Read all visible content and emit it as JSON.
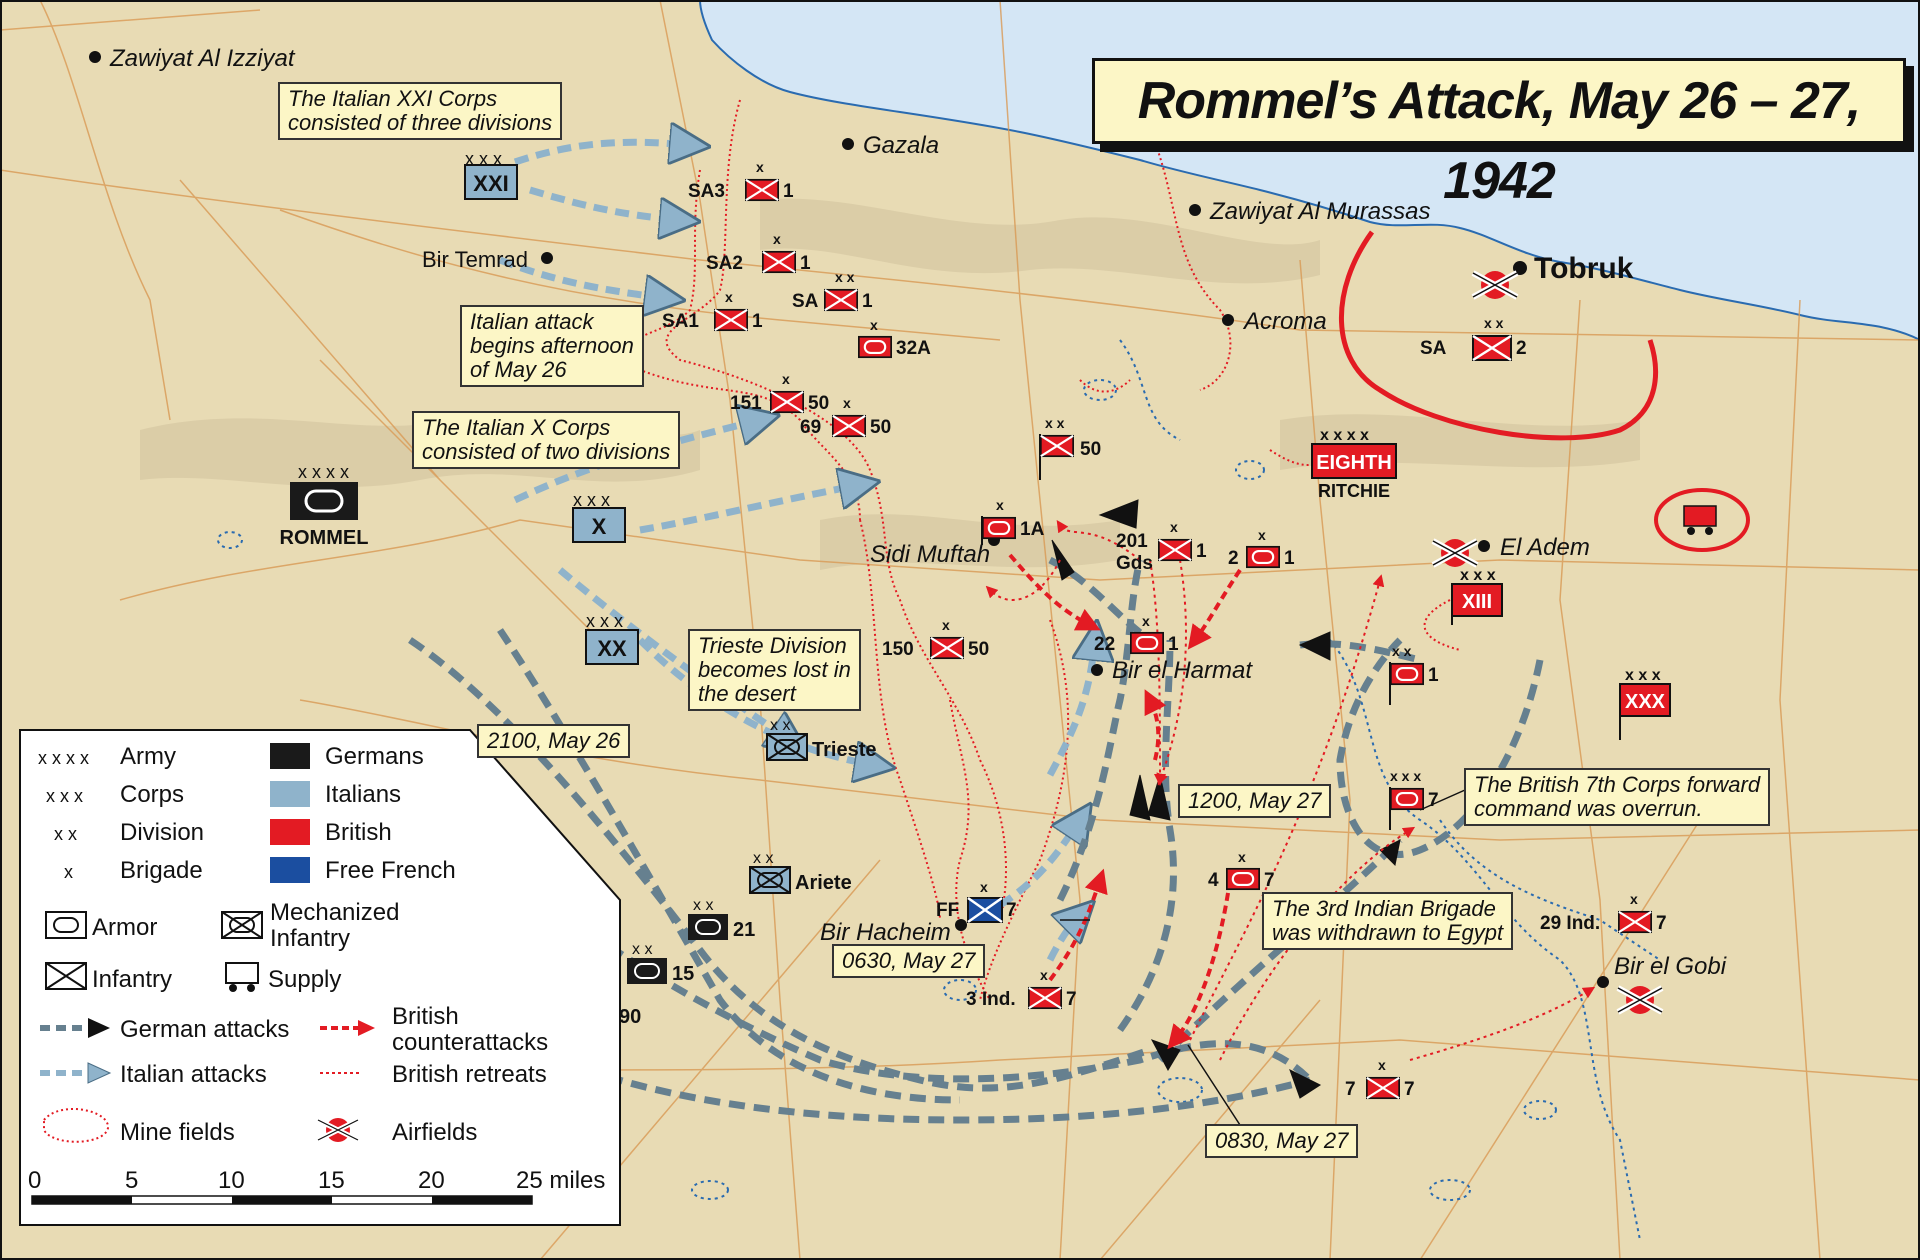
{
  "title": "Rommel’s Attack, May 26 – 27, 1942",
  "colors": {
    "sea": "#d4e6f5",
    "land": "#e8dbb4",
    "british": "#e31b23",
    "italian": "#8fb3cb",
    "german": "#1a1a1a",
    "french": "#1b4ea0",
    "note_bg": "#fcf6c6"
  },
  "places": [
    {
      "name": "Zawiyat Al Izziyat"
    },
    {
      "name": "Gazala"
    },
    {
      "name": "Bir Temrad"
    },
    {
      "name": "Zawiyat Al Murassas"
    },
    {
      "name": "Tobruk"
    },
    {
      "name": "Acroma"
    },
    {
      "name": "Sidi Muftah"
    },
    {
      "name": "El Adem"
    },
    {
      "name": "Bir el Harmat"
    },
    {
      "name": "Bir Hacheim"
    },
    {
      "name": "Bir el Gobi"
    }
  ],
  "notes": [
    {
      "text_lines": [
        "The  Italian XXI Corps",
        "consisted of three divisions"
      ]
    },
    {
      "text_lines": [
        "Italian attack",
        "begins afternoon",
        "of May 26"
      ]
    },
    {
      "text_lines": [
        "The Italian X Corps",
        "consisted of two divisions"
      ]
    },
    {
      "text_lines": [
        "Trieste Division",
        "becomes lost in",
        "the desert"
      ]
    },
    {
      "text_lines": [
        "2100, May 26"
      ]
    },
    {
      "text_lines": [
        "1200, May 27"
      ]
    },
    {
      "text_lines": [
        "0630, May 27"
      ]
    },
    {
      "text_lines": [
        "The 3rd Indian Brigade",
        "was withdrawn to Egypt"
      ]
    },
    {
      "text_lines": [
        "The British 7th Corps forward",
        "command was overrun."
      ]
    },
    {
      "text_lines": [
        "0830, May 27"
      ]
    }
  ],
  "units": {
    "xxi": "XXI",
    "x": "X",
    "xx": "XX",
    "rommel": "ROMMEL",
    "eighth": "EIGHTH",
    "ritchie": "RITCHIE",
    "xiii": "XIII",
    "xxx": "XXX",
    "trieste": "Trieste",
    "ariete": "Ariete",
    "d21": "21",
    "d15": "15",
    "d90": "90",
    "sa3": "SA3",
    "sa3n": "1",
    "sa2": "SA2",
    "sa2n": "1",
    "sa": "SA",
    "san": "1",
    "sa1": "SA1",
    "sa1n": "1",
    "a32": "32A",
    "b151": "151",
    "b50a": "50",
    "b69": "69",
    "b50b": "50",
    "b50c": "50",
    "b1a": "1A",
    "b201": "201",
    "gds": "Gds",
    "b201n": "1",
    "b2": "2",
    "b2n": "1",
    "b22": "22",
    "b22n": "1",
    "b150": "150",
    "b150n": "50",
    "b1": "1",
    "b7corps": "7",
    "ff": "FF",
    "ffn": "7",
    "b4": "4",
    "b4n": "7",
    "ind3": "3 Ind.",
    "ind3n": "7",
    "ind29": "29 Ind.",
    "ind29n": "7",
    "b7l": "7",
    "b7r": "7",
    "sa2t": "SA",
    "sa2tn": "2"
  },
  "legend": {
    "echelons": [
      {
        "sym": "x x x x",
        "label": "Army"
      },
      {
        "sym": "x x x",
        "label": "Corps"
      },
      {
        "sym": "x x",
        "label": "Division"
      },
      {
        "sym": "x",
        "label": "Brigade"
      }
    ],
    "nations": [
      {
        "label": "Germans",
        "color": "#1a1a1a"
      },
      {
        "label": "Italians",
        "color": "#8fb3cb"
      },
      {
        "label": "British",
        "color": "#e31b23"
      },
      {
        "label": "Free French",
        "color": "#1b4ea0"
      }
    ],
    "types": {
      "armor": "Armor",
      "mech": [
        "Mechanized",
        "Infantry"
      ],
      "infantry": "Infantry",
      "supply": "Supply"
    },
    "lines": {
      "german": "German attacks",
      "italian": "Italian attacks",
      "mines": "Mine fields",
      "british_counter": [
        "British",
        "counterattacks"
      ],
      "british_retreat": "British retreats",
      "airfields": "Airfields"
    },
    "scale": {
      "ticks": [
        "0",
        "5",
        "10",
        "15",
        "20"
      ],
      "last": "25 miles"
    }
  }
}
